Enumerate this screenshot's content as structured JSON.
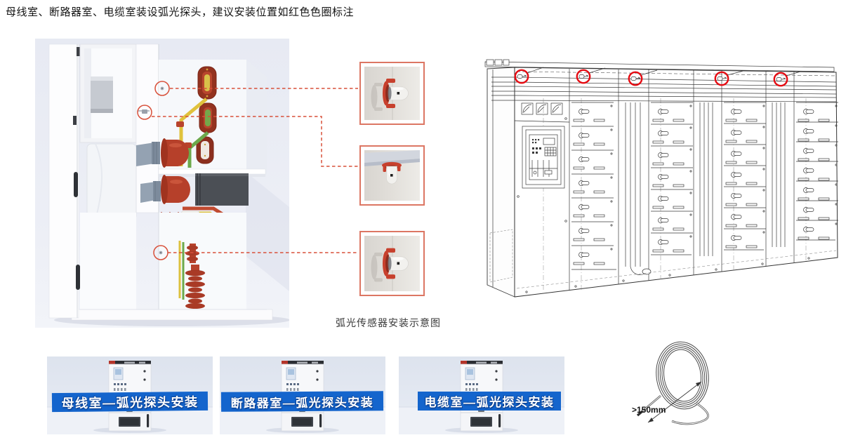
{
  "title": "母线室、断路器室、电缆室装设弧光探头，建议安装位置如红色色圈标注",
  "left_panel": {
    "caption": "弧光传感器安装示意图"
  },
  "videos": [
    {
      "label": "母线室—弧光探头安装"
    },
    {
      "label": "断路器室—弧光探头安装"
    },
    {
      "label": "电缆室—弧光探头安装"
    }
  ],
  "fiber_coil": {
    "dimension_label": ">150mm"
  },
  "colors": {
    "marker_orange_red": "#d8503a",
    "marker_bright_red": "#e50b12",
    "detail_border": "#dc7663",
    "banner_blue": "#1465cd",
    "sensor_bracket_red": "#c7402d"
  }
}
